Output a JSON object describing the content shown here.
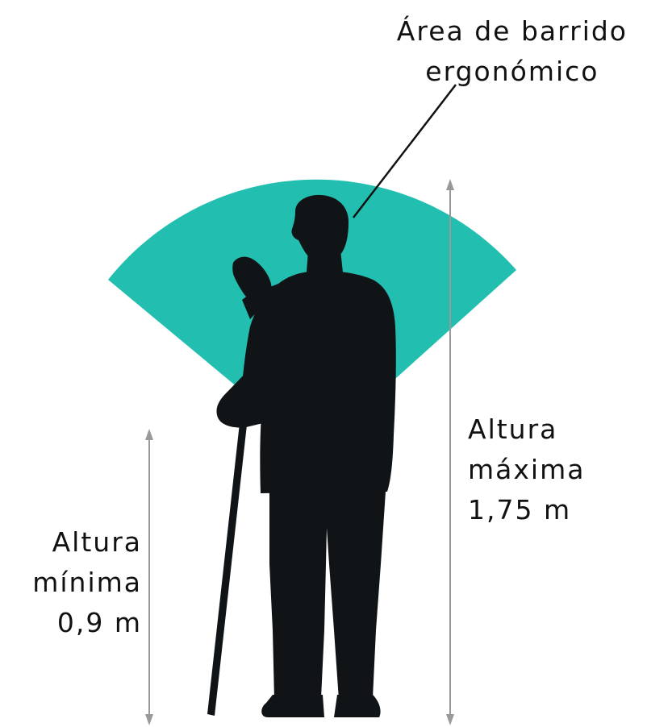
{
  "title": {
    "line1": "Área de barrido",
    "line2": "ergonómico"
  },
  "max_height": {
    "line1": "Altura",
    "line2": "máxima",
    "line3": "1,75 m"
  },
  "min_height": {
    "line1": "Altura",
    "line2": "mínima",
    "line3": "0,9 m"
  },
  "colors": {
    "sweep_area": "#22bfb0",
    "silhouette": "#111417",
    "arrow": "#999999",
    "text": "#111111"
  }
}
